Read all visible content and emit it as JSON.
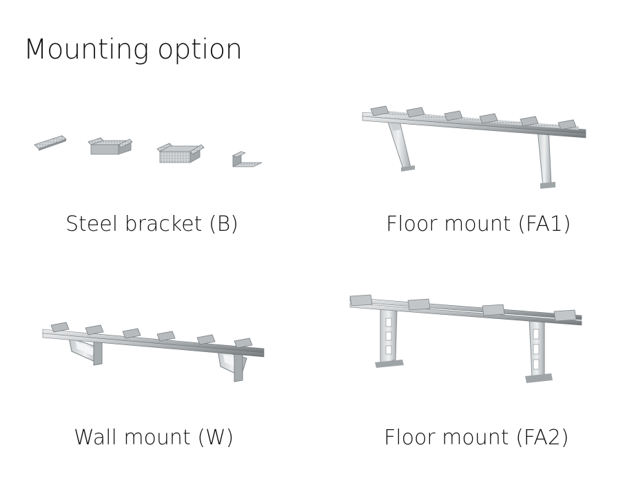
{
  "page": {
    "title": "Mounting option"
  },
  "options": [
    {
      "id": "B",
      "label": "Steel bracket (B)",
      "image": "steel-bracket-illustration"
    },
    {
      "id": "FA1",
      "label": "Floor mount (FA1)",
      "image": "floor-mount-fa1-illustration"
    },
    {
      "id": "W",
      "label": "Wall mount (W)",
      "image": "wall-mount-illustration"
    },
    {
      "id": "FA2",
      "label": "Floor mount (FA2)",
      "image": "floor-mount-fa2-illustration"
    }
  ],
  "colors": {
    "metal_light": "#d9dbdc",
    "metal_mid": "#a9adb0",
    "metal_dark": "#6f7477",
    "text": "#111111"
  }
}
